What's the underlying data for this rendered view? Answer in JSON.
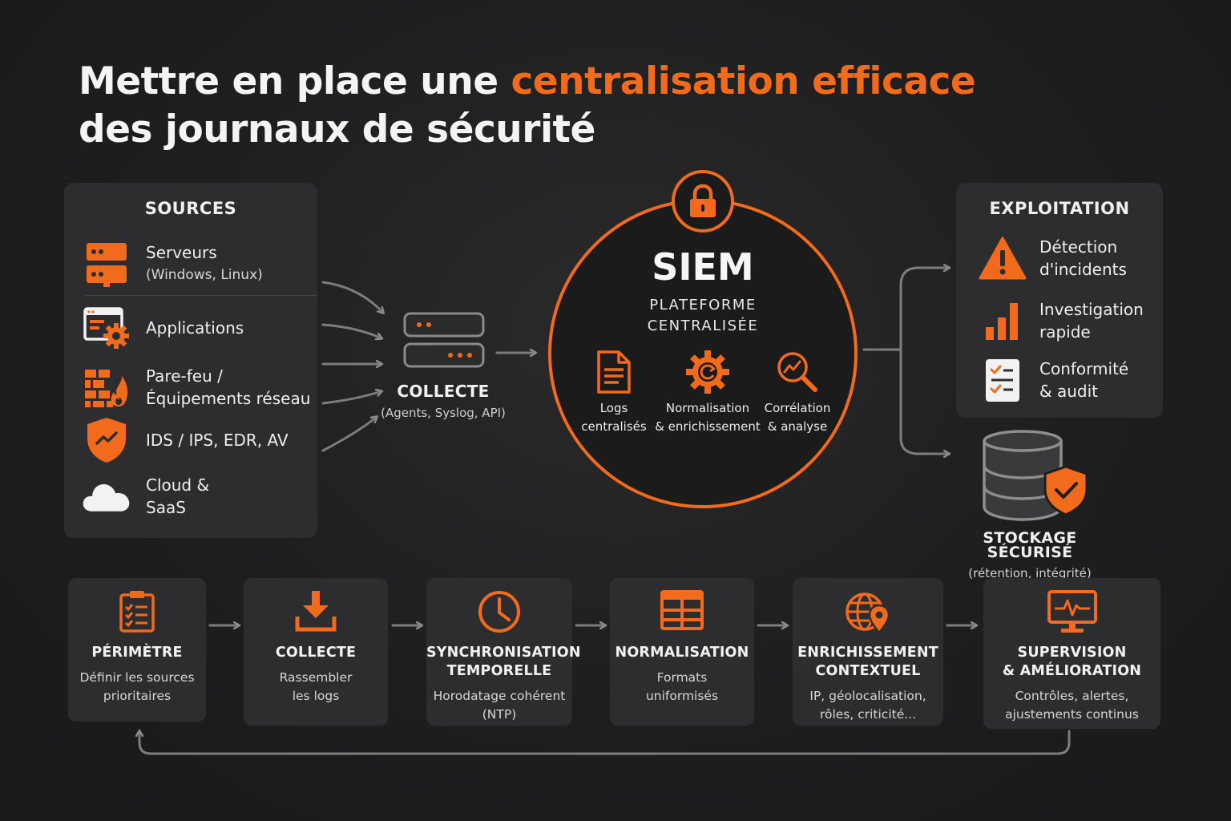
{
  "title": {
    "line1_prefix": "Mettre en place une ",
    "line1_accent": "centralisation efficace",
    "line2": "des journaux de sécurité"
  },
  "colors": {
    "accent": "#f26a1b",
    "panel": "#2d2d2f",
    "background": "#1e1e1f",
    "connector": "#8a8a8a"
  },
  "sources": {
    "title": "SOURCES",
    "items": [
      {
        "icon": "server-rack-icon",
        "label": "Serveurs",
        "sub": "(Windows, Linux)"
      },
      {
        "icon": "app-gear-icon",
        "label": "Applications"
      },
      {
        "icon": "firewall-icon",
        "label": "Pare-feu /",
        "label2": "Équipements réseau"
      },
      {
        "icon": "shield-icon",
        "label": "IDS / IPS, EDR, AV"
      },
      {
        "icon": "cloud-icon",
        "label": "Cloud &",
        "label2": "SaaS"
      }
    ]
  },
  "collecte": {
    "title": "COLLECTE",
    "sub": "(Agents, Syslog, API)"
  },
  "siem": {
    "title": "SIEM",
    "sub1": "PLATEFORME",
    "sub2": "CENTRALISÉE",
    "features": [
      {
        "icon": "document-icon",
        "line1": "Logs",
        "line2": "centralisés"
      },
      {
        "icon": "gear-cycle-icon",
        "line1": "Normalisation",
        "line2": "& enrichissement"
      },
      {
        "icon": "magnifier-chart-icon",
        "line1": "Corrélation",
        "line2": "& analyse"
      }
    ]
  },
  "exploitation": {
    "title": "EXPLOITATION",
    "items": [
      {
        "icon": "warning-icon",
        "line1": "Détection",
        "line2": "d'incidents"
      },
      {
        "icon": "bar-chart-icon",
        "line1": "Investigation",
        "line2": "rapide"
      },
      {
        "icon": "checklist-icon",
        "line1": "Conformité",
        "line2": "& audit"
      }
    ]
  },
  "storage": {
    "line1": "STOCKAGE",
    "line2": "SÉCURISÉ",
    "sub": "(rétention, intégrité)"
  },
  "steps": [
    {
      "icon": "clipboard-icon",
      "title1": "PÉRIMÈTRE",
      "title2": "",
      "desc1": "Définir les sources",
      "desc2": "prioritaires"
    },
    {
      "icon": "download-icon",
      "title1": "COLLECTE",
      "title2": "",
      "desc1": "Rassembler",
      "desc2": "les logs"
    },
    {
      "icon": "clock-icon",
      "title1": "SYNCHRONISATION",
      "title2": "TEMPORELLE",
      "desc1": "Horodatage cohérent",
      "desc2": "(NTP)"
    },
    {
      "icon": "table-icon",
      "title1": "NORMALISATION",
      "title2": "",
      "desc1": "Formats",
      "desc2": "uniformisés"
    },
    {
      "icon": "globe-pin-icon",
      "title1": "ENRICHISSEMENT",
      "title2": "CONTEXTUEL",
      "desc1": "IP, géolocalisation,",
      "desc2": "rôles, criticité..."
    },
    {
      "icon": "monitor-pulse-icon",
      "title1": "SUPERVISION",
      "title2": "& AMÉLIORATION",
      "desc1": "Contrôles, alertes,",
      "desc2": "ajustements continus"
    }
  ]
}
